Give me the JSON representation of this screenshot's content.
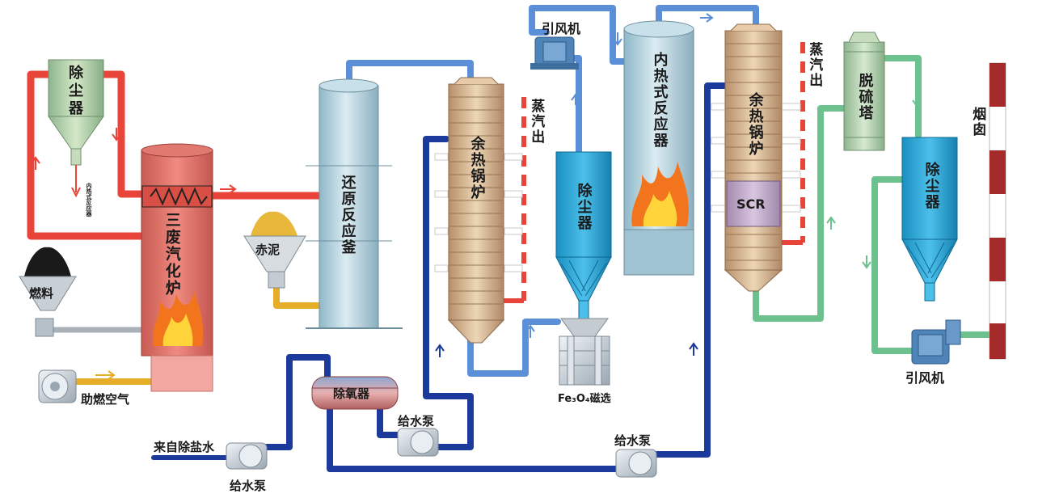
{
  "labels": {
    "dust_collector_1": "除尘器",
    "gasifier": "三废汽化炉",
    "fuel": "燃料",
    "combustion_air": "助燃空气",
    "to_reactor": "内热式反应器",
    "red_mud": "赤泥",
    "reduction_kettle": "还原反应釜",
    "boiler_1": "余热锅炉",
    "steam_out_1": "蒸汽出",
    "dust_collector_2": "除尘器",
    "magnetic_sep": "Fe₃O₄磁选",
    "fan_1": "引风机",
    "internal_reactor": "内热式反应器",
    "boiler_2": "余热锅炉",
    "scr": "SCR",
    "steam_out_2": "蒸汽出",
    "desulfur_tower": "脱硫塔",
    "dust_collector_3": "除尘器",
    "chimney": "烟囱",
    "fan_2": "引风机",
    "deaerator": "除氧器",
    "feed_pump_1": "给水泵",
    "feed_pump_2": "给水泵",
    "feed_pump_3": "给水泵",
    "desalted_water": "来自除盐水"
  },
  "colors": {
    "flue_red": "#e8443a",
    "steam_blue": "#5b8fd8",
    "water_navy": "#1b3a9c",
    "green_pipe": "#6cc18f",
    "yellow_pipe": "#e6ad28",
    "gray_pipe": "#a8b0b8"
  }
}
